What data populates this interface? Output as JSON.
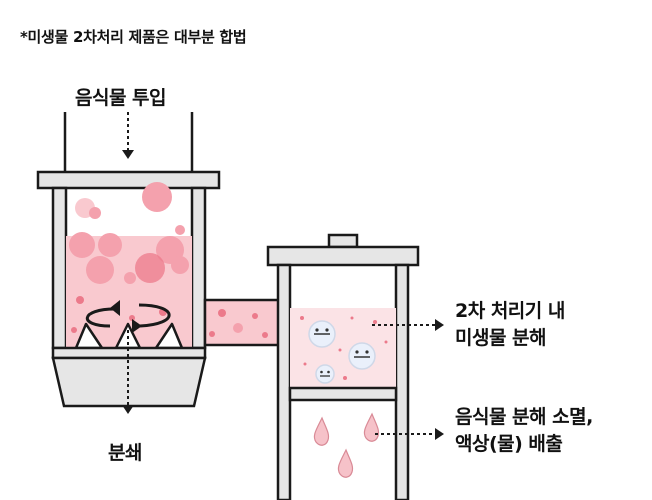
{
  "note": "*미생물 2차처리 제품은 대부분 합법",
  "labels": {
    "input": "음식물 투입",
    "crush": "분쇄",
    "secondary_line1": "2차 처리기 내",
    "secondary_line2": "미생물 분해",
    "extinct_line1": "음식물 분해 소멸,",
    "extinct_line2": "액상(물) 배출"
  },
  "colors": {
    "stroke": "#1a1a1a",
    "metal": "#e6e6e6",
    "food_light": "#f9c9cf",
    "food_mid": "#f4a1ad",
    "food_dark": "#ec7a8b",
    "liquid_light": "#fbe3e6",
    "droplet": "#f6c2c9",
    "microbe": "#eaf0fb"
  },
  "icons": [
    "rotation-arrow-icon",
    "blade-icon",
    "microbe-icon",
    "droplet-icon"
  ]
}
